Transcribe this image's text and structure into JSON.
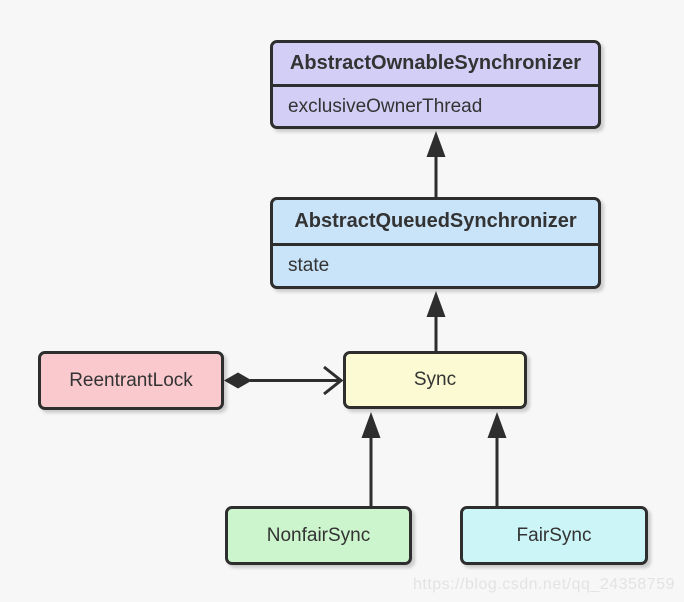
{
  "diagram": {
    "background_color": "#f7f7f7",
    "line_color": "#2e2e2e",
    "text_color": "#333333",
    "classes": [
      {
        "title": "AbstractOwnableSynchronizer",
        "fields": [
          "exclusiveOwnerThread"
        ],
        "fill": "#d3cef5"
      },
      {
        "title": "AbstractQueuedSynchronizer",
        "fields": [
          "state"
        ],
        "fill": "#c9e3f9"
      },
      {
        "title": "Sync",
        "fields": [],
        "fill": "#fbfad2"
      },
      {
        "title": "ReentrantLock",
        "fields": [],
        "fill": "#f9c9cd"
      },
      {
        "title": "NonfairSync",
        "fields": [],
        "fill": "#cdf5cd"
      },
      {
        "title": "FairSync",
        "fields": [],
        "fill": "#ccf5f7"
      }
    ],
    "relationships": [
      {
        "from": "AbstractQueuedSynchronizer",
        "to": "AbstractOwnableSynchronizer",
        "type": "inheritance-arrow"
      },
      {
        "from": "Sync",
        "to": "AbstractQueuedSynchronizer",
        "type": "inheritance-arrow"
      },
      {
        "from": "ReentrantLock",
        "to": "Sync",
        "type": "composition-diamond-arrow"
      },
      {
        "from": "NonfairSync",
        "to": "Sync",
        "type": "inheritance-arrow"
      },
      {
        "from": "FairSync",
        "to": "Sync",
        "type": "inheritance-arrow"
      }
    ],
    "watermark": "https://blog.csdn.net/qq_24358759"
  }
}
